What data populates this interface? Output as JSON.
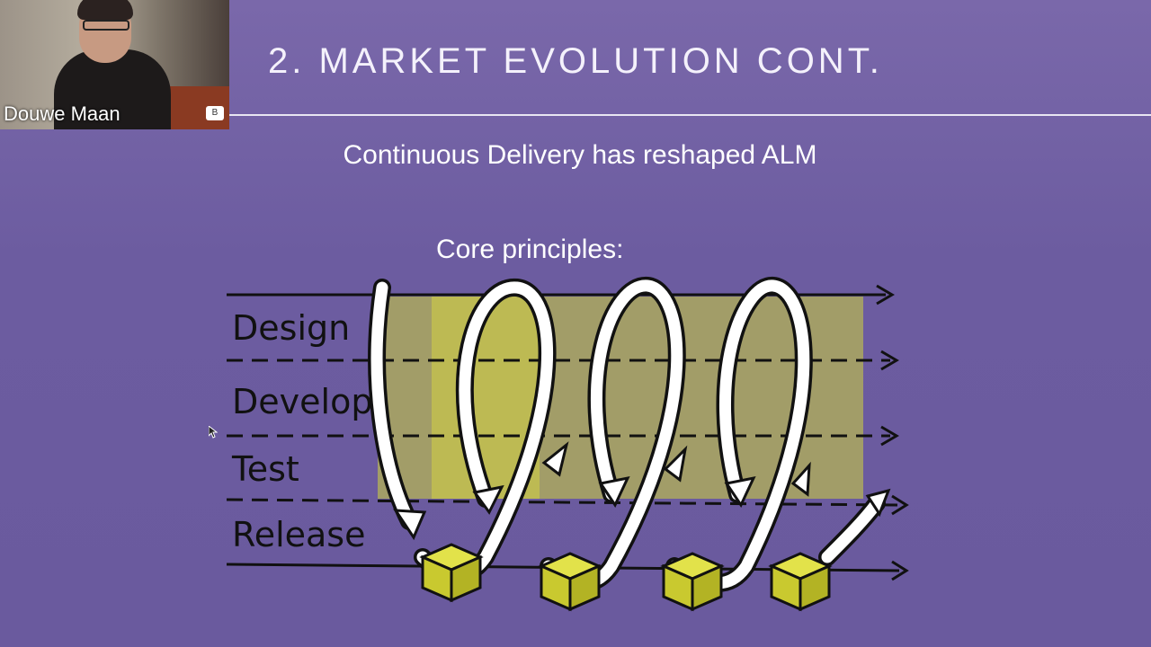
{
  "slide": {
    "title": "2. MARKET EVOLUTION CONT.",
    "subtitle": "Continuous Delivery has reshaped ALM",
    "principles_label": "Core principles:"
  },
  "video": {
    "participant_name": "Douwe Maan",
    "badge_text": "B"
  },
  "diagram": {
    "lanes": [
      "Design",
      "Develop",
      "Test",
      "Release"
    ]
  },
  "colors": {
    "background": "#6c5ca0",
    "highlight": "#cfd43a",
    "cube": "#d9d93a"
  }
}
